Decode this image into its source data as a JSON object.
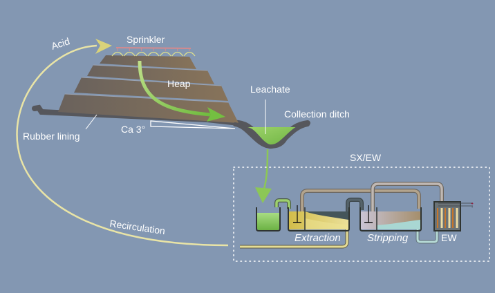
{
  "diagram": {
    "title": "Heap leaching with SX/EW process",
    "labels": {
      "acid": "Acid",
      "sprinkler": "Sprinkler",
      "heap": "Heap",
      "leachate": "Leachate",
      "collection_ditch": "Collection ditch",
      "rubber_lining": "Rubber lining",
      "slope": "Ca 3°",
      "recirculation": "Recirculation",
      "sxew": "SX/EW",
      "extraction": "Extraction",
      "stripping": "Stripping",
      "ew": "EW",
      "plus": "+",
      "minus": "-"
    },
    "colors": {
      "background": "#8397b2",
      "heap": "#6f6459",
      "heap_light": "#857258",
      "lining": "#56575c",
      "acid_flow": "#e9e4a6",
      "leachate": "#8cc756",
      "flow_arrow": "#79bf45",
      "sprinkler": "#d48a8e",
      "pipe": "#b3a48d",
      "pipe_ew": "#c0b8b3",
      "extraction_fluid": "#d9c558",
      "organic": "#44555a",
      "strip_fluid": "#a9d7d3",
      "anode": "#c8762a",
      "cathode": "#ecdca3"
    },
    "heap_tiers": 4,
    "sprinkler_heads": 7,
    "ew_electrodes": 6
  }
}
